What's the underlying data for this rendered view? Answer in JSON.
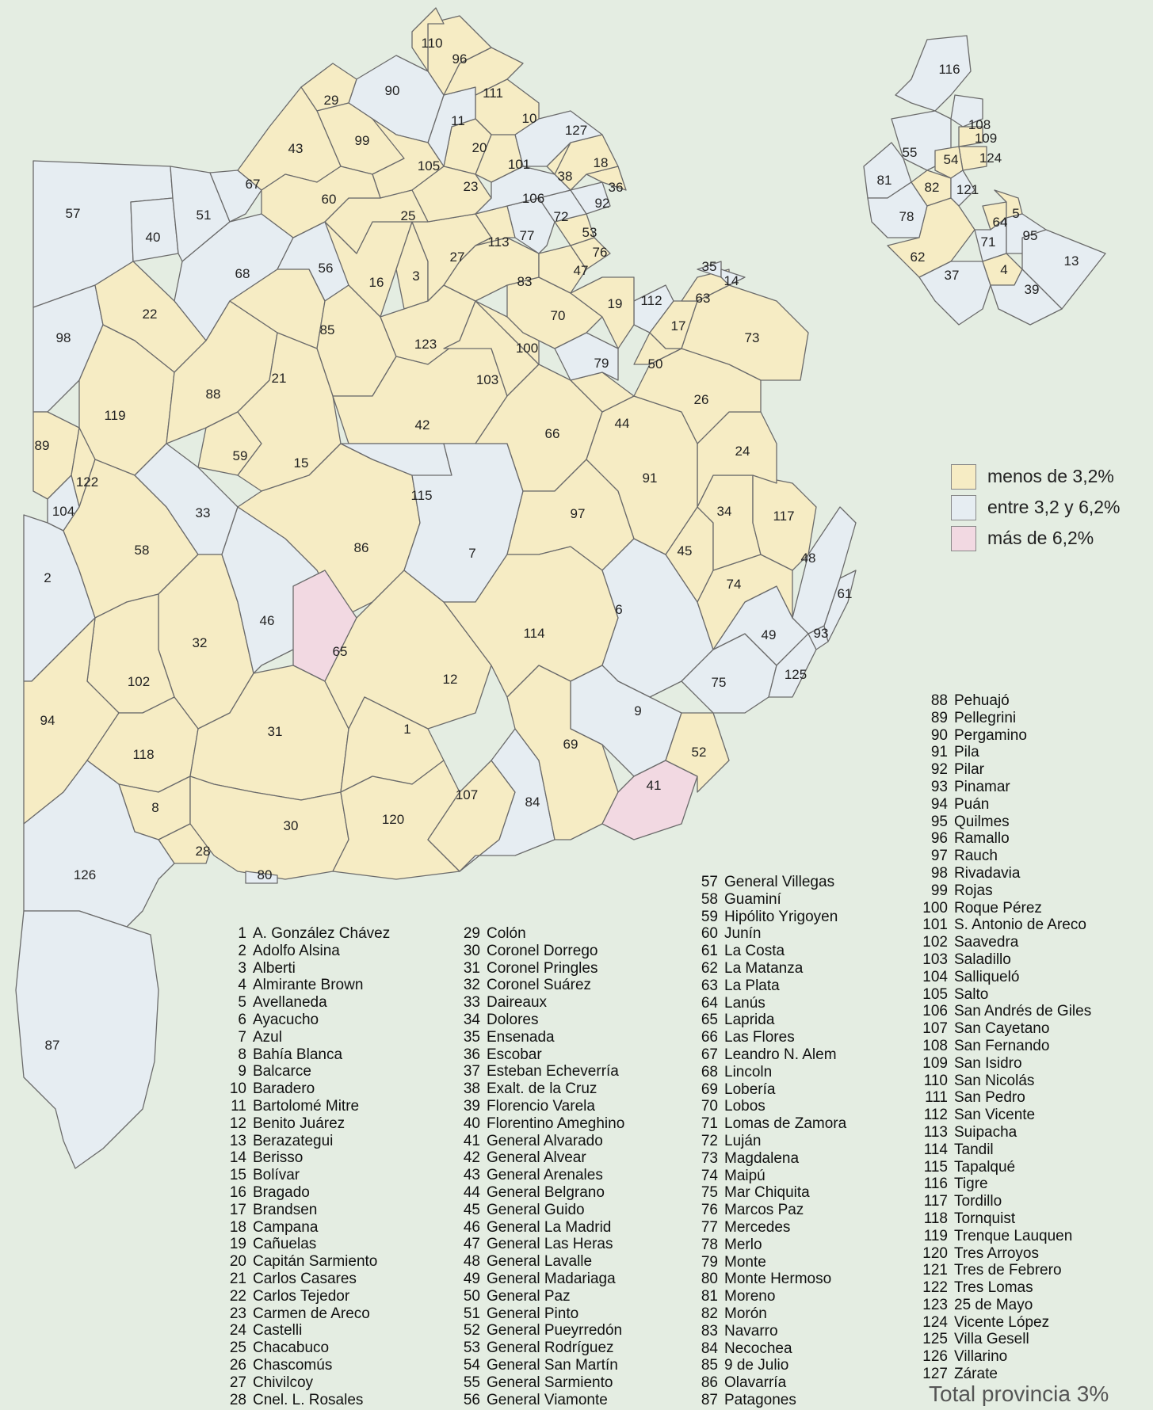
{
  "colors": {
    "low": "#f6ecc4",
    "mid": "#e6edf2",
    "high": "#f2d9e2",
    "background": "#e4ede2"
  },
  "legend": [
    {
      "label": "menos de 3,2%",
      "class": "low"
    },
    {
      "label": "entre 3,2 y 6,2%",
      "class": "mid"
    },
    {
      "label": "más de 6,2%",
      "class": "high"
    }
  ],
  "total_label": "Total provincia 3%",
  "districts": [
    {
      "n": 1,
      "name": "A. González Chávez"
    },
    {
      "n": 2,
      "name": "Adolfo Alsina"
    },
    {
      "n": 3,
      "name": "Alberti"
    },
    {
      "n": 4,
      "name": "Almirante Brown"
    },
    {
      "n": 5,
      "name": "Avellaneda"
    },
    {
      "n": 6,
      "name": "Ayacucho"
    },
    {
      "n": 7,
      "name": "Azul"
    },
    {
      "n": 8,
      "name": "Bahía Blanca"
    },
    {
      "n": 9,
      "name": "Balcarce"
    },
    {
      "n": 10,
      "name": "Baradero"
    },
    {
      "n": 11,
      "name": "Bartolomé Mitre"
    },
    {
      "n": 12,
      "name": "Benito Juárez"
    },
    {
      "n": 13,
      "name": "Berazategui"
    },
    {
      "n": 14,
      "name": "Berisso"
    },
    {
      "n": 15,
      "name": "Bolívar"
    },
    {
      "n": 16,
      "name": "Bragado"
    },
    {
      "n": 17,
      "name": "Brandsen"
    },
    {
      "n": 18,
      "name": "Campana"
    },
    {
      "n": 19,
      "name": "Cañuelas"
    },
    {
      "n": 20,
      "name": "Capitán Sarmiento"
    },
    {
      "n": 21,
      "name": "Carlos Casares"
    },
    {
      "n": 22,
      "name": "Carlos Tejedor"
    },
    {
      "n": 23,
      "name": "Carmen de Areco"
    },
    {
      "n": 24,
      "name": "Castelli"
    },
    {
      "n": 25,
      "name": "Chacabuco"
    },
    {
      "n": 26,
      "name": "Chascomús"
    },
    {
      "n": 27,
      "name": "Chivilcoy"
    },
    {
      "n": 28,
      "name": "Cnel. L. Rosales"
    },
    {
      "n": 29,
      "name": "Colón"
    },
    {
      "n": 30,
      "name": "Coronel Dorrego"
    },
    {
      "n": 31,
      "name": "Coronel Pringles"
    },
    {
      "n": 32,
      "name": "Coronel Suárez"
    },
    {
      "n": 33,
      "name": "Daireaux"
    },
    {
      "n": 34,
      "name": "Dolores"
    },
    {
      "n": 35,
      "name": "Ensenada"
    },
    {
      "n": 36,
      "name": "Escobar"
    },
    {
      "n": 37,
      "name": "Esteban Echeverría"
    },
    {
      "n": 38,
      "name": "Exalt. de la Cruz"
    },
    {
      "n": 39,
      "name": "Florencio Varela"
    },
    {
      "n": 40,
      "name": "Florentino Ameghino"
    },
    {
      "n": 41,
      "name": "General Alvarado"
    },
    {
      "n": 42,
      "name": "General Alvear"
    },
    {
      "n": 43,
      "name": "General Arenales"
    },
    {
      "n": 44,
      "name": "General Belgrano"
    },
    {
      "n": 45,
      "name": "General Guido"
    },
    {
      "n": 46,
      "name": "General La Madrid"
    },
    {
      "n": 47,
      "name": "General Las Heras"
    },
    {
      "n": 48,
      "name": "General Lavalle"
    },
    {
      "n": 49,
      "name": "General Madariaga"
    },
    {
      "n": 50,
      "name": "General Paz"
    },
    {
      "n": 51,
      "name": "General Pinto"
    },
    {
      "n": 52,
      "name": "General Pueyrredón"
    },
    {
      "n": 53,
      "name": "General Rodríguez"
    },
    {
      "n": 54,
      "name": "General San Martín"
    },
    {
      "n": 55,
      "name": "General Sarmiento"
    },
    {
      "n": 56,
      "name": "General Viamonte"
    },
    {
      "n": 57,
      "name": "General Villegas"
    },
    {
      "n": 58,
      "name": "Guaminí"
    },
    {
      "n": 59,
      "name": "Hipólito Yrigoyen"
    },
    {
      "n": 60,
      "name": "Junín"
    },
    {
      "n": 61,
      "name": "La Costa"
    },
    {
      "n": 62,
      "name": "La Matanza"
    },
    {
      "n": 63,
      "name": "La Plata"
    },
    {
      "n": 64,
      "name": "Lanús"
    },
    {
      "n": 65,
      "name": "Laprida"
    },
    {
      "n": 66,
      "name": "Las Flores"
    },
    {
      "n": 67,
      "name": "Leandro N. Alem"
    },
    {
      "n": 68,
      "name": "Lincoln"
    },
    {
      "n": 69,
      "name": "Lobería"
    },
    {
      "n": 70,
      "name": "Lobos"
    },
    {
      "n": 71,
      "name": "Lomas de Zamora"
    },
    {
      "n": 72,
      "name": "Luján"
    },
    {
      "n": 73,
      "name": "Magdalena"
    },
    {
      "n": 74,
      "name": "Maipú"
    },
    {
      "n": 75,
      "name": "Mar Chiquita"
    },
    {
      "n": 76,
      "name": "Marcos Paz"
    },
    {
      "n": 77,
      "name": "Mercedes"
    },
    {
      "n": 78,
      "name": "Merlo"
    },
    {
      "n": 79,
      "name": "Monte"
    },
    {
      "n": 80,
      "name": "Monte Hermoso"
    },
    {
      "n": 81,
      "name": "Moreno"
    },
    {
      "n": 82,
      "name": "Morón"
    },
    {
      "n": 83,
      "name": "Navarro"
    },
    {
      "n": 84,
      "name": "Necochea"
    },
    {
      "n": 85,
      "name": "9 de Julio"
    },
    {
      "n": 86,
      "name": "Olavarría"
    },
    {
      "n": 87,
      "name": "Patagones"
    },
    {
      "n": 88,
      "name": "Pehuajó"
    },
    {
      "n": 89,
      "name": "Pellegrini"
    },
    {
      "n": 90,
      "name": "Pergamino"
    },
    {
      "n": 91,
      "name": "Pila"
    },
    {
      "n": 92,
      "name": "Pilar"
    },
    {
      "n": 93,
      "name": "Pinamar"
    },
    {
      "n": 94,
      "name": "Puán"
    },
    {
      "n": 95,
      "name": "Quilmes"
    },
    {
      "n": 96,
      "name": "Ramallo"
    },
    {
      "n": 97,
      "name": "Rauch"
    },
    {
      "n": 98,
      "name": "Rivadavia"
    },
    {
      "n": 99,
      "name": "Rojas"
    },
    {
      "n": 100,
      "name": "Roque Pérez"
    },
    {
      "n": 101,
      "name": "S. Antonio de Areco"
    },
    {
      "n": 102,
      "name": "Saavedra"
    },
    {
      "n": 103,
      "name": "Saladillo"
    },
    {
      "n": 104,
      "name": "Salliqueló"
    },
    {
      "n": 105,
      "name": "Salto"
    },
    {
      "n": 106,
      "name": "San Andrés de Giles"
    },
    {
      "n": 107,
      "name": "San Cayetano"
    },
    {
      "n": 108,
      "name": "San Fernando"
    },
    {
      "n": 109,
      "name": "San Isidro"
    },
    {
      "n": 110,
      "name": "San Nicolás"
    },
    {
      "n": 111,
      "name": "San Pedro"
    },
    {
      "n": 112,
      "name": "San Vicente"
    },
    {
      "n": 113,
      "name": "Suipacha"
    },
    {
      "n": 114,
      "name": "Tandil"
    },
    {
      "n": 115,
      "name": "Tapalqué"
    },
    {
      "n": 116,
      "name": "Tigre"
    },
    {
      "n": 117,
      "name": "Tordillo"
    },
    {
      "n": 118,
      "name": "Tornquist"
    },
    {
      "n": 119,
      "name": "Trenque Lauquen"
    },
    {
      "n": 120,
      "name": "Tres Arroyos"
    },
    {
      "n": 121,
      "name": "Tres de Febrero"
    },
    {
      "n": 122,
      "name": "Tres Lomas"
    },
    {
      "n": 123,
      "name": "25 de Mayo"
    },
    {
      "n": 124,
      "name": "Vicente López"
    },
    {
      "n": 125,
      "name": "Villa Gesell"
    },
    {
      "n": 126,
      "name": "Villarino"
    },
    {
      "n": 127,
      "name": "Zárate"
    }
  ],
  "map_categories": {
    "low": [
      1,
      3,
      4,
      5,
      8,
      10,
      12,
      15,
      16,
      17,
      18,
      19,
      20,
      21,
      22,
      23,
      24,
      25,
      26,
      27,
      28,
      29,
      30,
      31,
      32,
      34,
      36,
      38,
      42,
      43,
      44,
      45,
      47,
      50,
      52,
      53,
      54,
      58,
      59,
      60,
      62,
      63,
      64,
      66,
      69,
      70,
      73,
      74,
      76,
      82,
      83,
      85,
      86,
      88,
      89,
      91,
      94,
      96,
      97,
      99,
      100,
      101,
      102,
      103,
      105,
      107,
      109,
      110,
      111,
      113,
      114,
      117,
      118,
      119,
      120,
      122,
      123,
      124
    ],
    "mid": [
      2,
      6,
      7,
      9,
      11,
      13,
      14,
      33,
      35,
      37,
      39,
      40,
      46,
      48,
      49,
      51,
      55,
      56,
      57,
      61,
      67,
      68,
      71,
      72,
      75,
      77,
      78,
      79,
      80,
      81,
      84,
      87,
      90,
      92,
      93,
      95,
      98,
      104,
      106,
      108,
      112,
      115,
      116,
      121,
      125,
      126,
      127
    ],
    "high": [
      41,
      65
    ]
  }
}
